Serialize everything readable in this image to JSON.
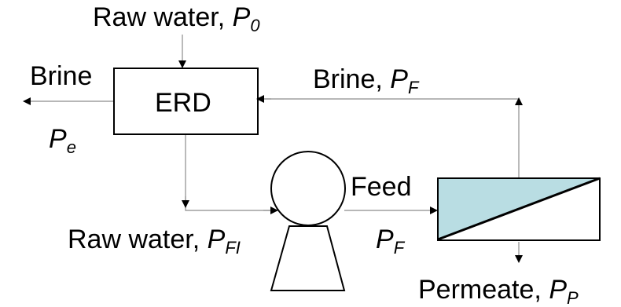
{
  "labels": {
    "raw_water_in": {
      "text": "Raw water, ",
      "sym": "P",
      "sub": "0"
    },
    "brine_out": {
      "text": "Brine"
    },
    "erd": {
      "text": "ERD"
    },
    "brine_return": {
      "text": "Brine, ",
      "sym": "P",
      "sub": "F"
    },
    "pe": {
      "sym": "P",
      "sub": "e"
    },
    "feed": {
      "text": "Feed"
    },
    "raw_water_pump": {
      "text": "Raw water, ",
      "sym": "P",
      "sub": "FI"
    },
    "pf": {
      "sym": "P",
      "sub": "F"
    },
    "permeate": {
      "text": "Permeate, ",
      "sym": "P",
      "sub": "P"
    }
  },
  "colors": {
    "line": "#000000",
    "pipe": "#8c8c8c",
    "membrane_fill": "#b9dde3",
    "background": "#ffffff"
  },
  "icons": {
    "pump": "pump-icon",
    "membrane": "membrane-module-icon",
    "erd": "erd-box"
  }
}
